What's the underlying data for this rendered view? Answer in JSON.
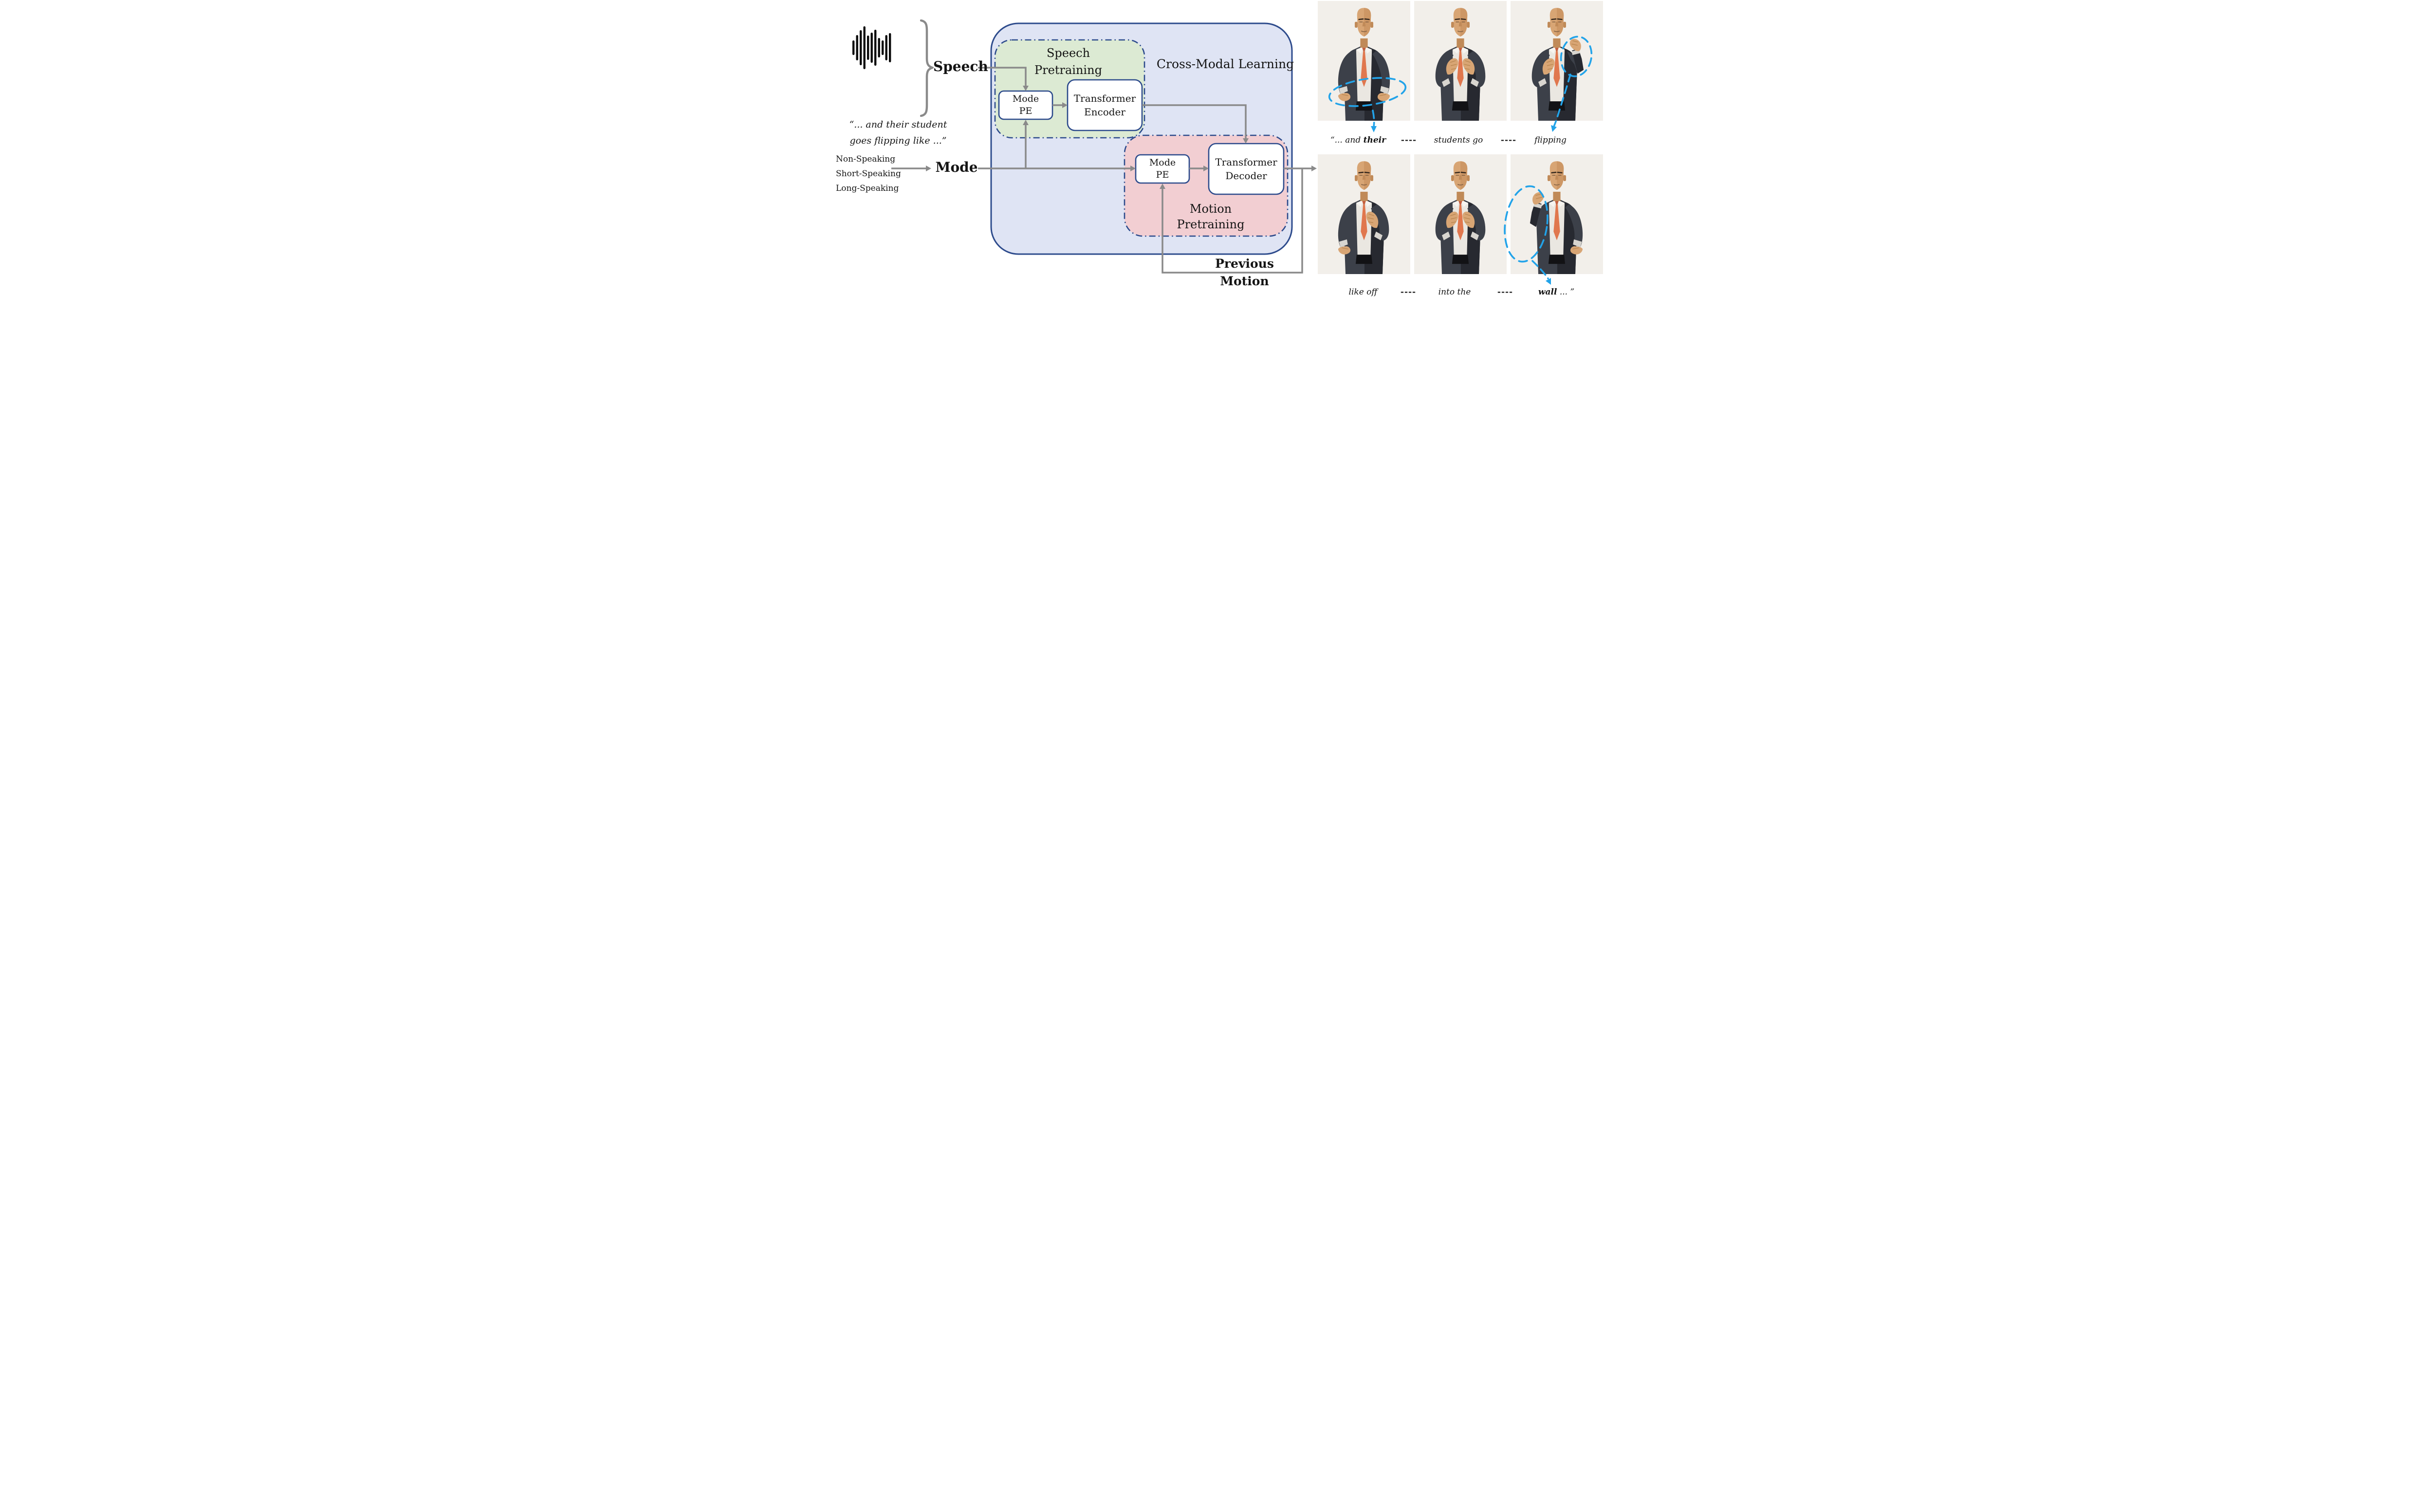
{
  "colors": {
    "accent_blue": "#2d4b8c",
    "fill_blue": "#dfe4f4",
    "fill_green": "#dcead3",
    "fill_pink": "#f2ced2",
    "arrow_gray": "#8a8a8a",
    "cyan": "#22a3e9",
    "panel_bg": "#f2efea",
    "tie": "#e0774e",
    "suit": "#3c4049",
    "shirt": "#eae7e1",
    "skin": "#d8a574"
  },
  "inputs": {
    "speech": {
      "label": "Speech",
      "quote_line1": "“... and their student",
      "quote_line2": "goes flipping like ...”"
    },
    "mode": {
      "label": "Mode",
      "options": [
        "Non-Speaking",
        "Short-Speaking",
        "Long-Speaking"
      ]
    }
  },
  "model": {
    "container_title": "Cross-Modal Learning",
    "speech_pretraining": {
      "title_line1": "Speech",
      "title_line2": "Pretraining",
      "mode_pe_line1": "Mode",
      "mode_pe_line2": "PE",
      "encoder_line1": "Transformer",
      "encoder_line2": "Encoder"
    },
    "motion_pretraining": {
      "title_line1": "Motion",
      "title_line2": "Pretraining",
      "mode_pe_line1": "Mode",
      "mode_pe_line2": "PE",
      "decoder_line1": "Transformer",
      "decoder_line2": "Decoder"
    },
    "previous_motion_line1": "Previous",
    "previous_motion_line2": "Motion"
  },
  "gallery": {
    "row1": {
      "caption1_prefix": "“... and ",
      "caption1_emphasis": "their",
      "dash1": "----",
      "caption2": "students go",
      "dash2": "----",
      "caption3_emphasis": "flipping"
    },
    "row2": {
      "caption1": "like off",
      "dash1": "----",
      "caption2": "into the",
      "dash2": "----",
      "caption3_emphasis": "wall",
      "caption3_suffix": " ... ”"
    },
    "highlighted_panels": [
      "row1-col1",
      "row1-col3",
      "row2-col3"
    ]
  }
}
